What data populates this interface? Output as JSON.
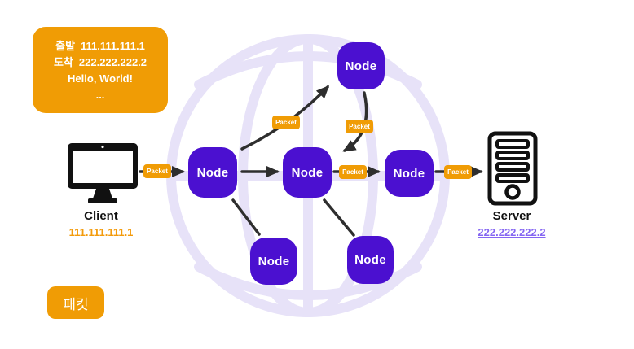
{
  "colors": {
    "orange": "#F09C05",
    "node_purple": "#4B10D0",
    "globe_lavender": "#E7E2F8",
    "arrow_dark": "#2E2E2E",
    "client_ip_color": "#F39B0C",
    "server_ip_color": "#8566F2",
    "icon_black": "#111111",
    "text_white": "#FFFFFF"
  },
  "packet_card": {
    "source_label": "출발",
    "source_value": "111.111.111.1",
    "dest_label": "도착",
    "dest_value": "222.222.222.2",
    "message": "Hello, World!",
    "ellipsis": "..."
  },
  "client": {
    "label": "Client",
    "ip": "111.111.111.1"
  },
  "server": {
    "label": "Server",
    "ip": "222.222.222.2"
  },
  "nodes": [
    {
      "id": "top",
      "label": "Node"
    },
    {
      "id": "left",
      "label": "Node"
    },
    {
      "id": "center",
      "label": "Node"
    },
    {
      "id": "right",
      "label": "Node"
    },
    {
      "id": "bottom-left",
      "label": "Node"
    },
    {
      "id": "bottom-right",
      "label": "Node"
    }
  ],
  "packets": [
    {
      "leg": "client-to-left-node",
      "label": "Packet"
    },
    {
      "leg": "left-node-to-top-node",
      "label": "Packet"
    },
    {
      "leg": "top-node-to-center-node",
      "label": "Packet"
    },
    {
      "leg": "center-node-to-right-node",
      "label": "Packet"
    },
    {
      "leg": "right-node-to-server",
      "label": "Packet"
    }
  ],
  "legend": {
    "label": "패킷"
  }
}
